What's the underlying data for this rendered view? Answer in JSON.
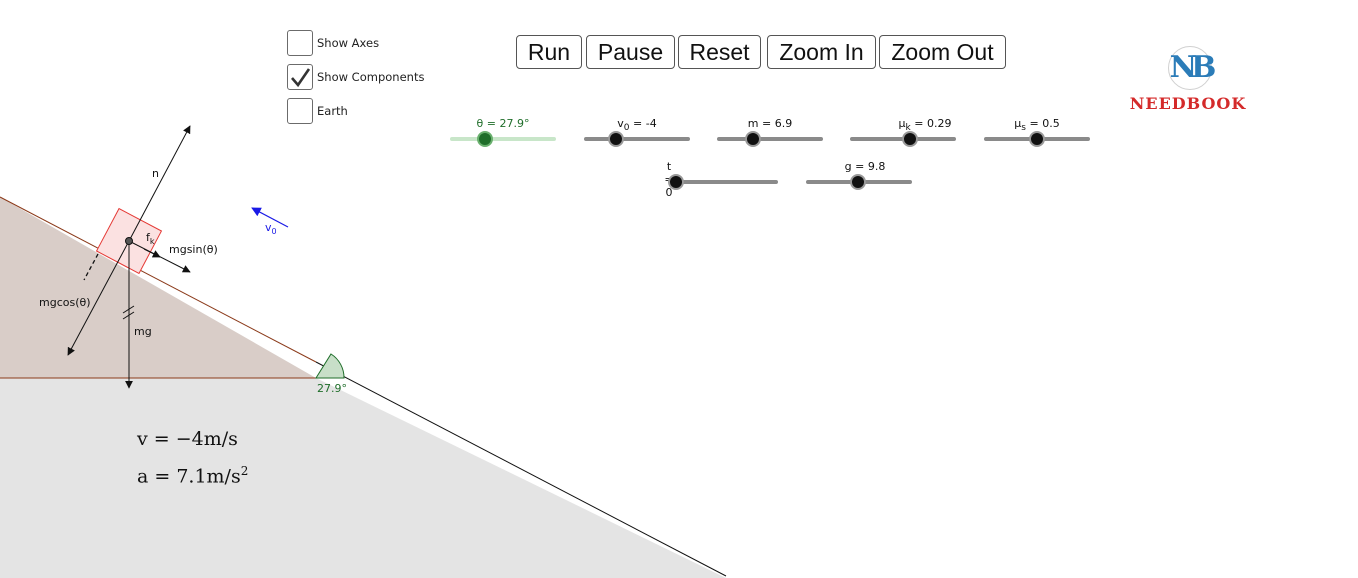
{
  "checkboxes": [
    {
      "label": "Show Axes",
      "checked": false
    },
    {
      "label": "Show Components",
      "checked": true
    },
    {
      "label": "Earth",
      "checked": false
    }
  ],
  "buttons": {
    "run": "Run",
    "pause": "Pause",
    "reset": "Reset",
    "zoom_in": "Zoom In",
    "zoom_out": "Zoom Out"
  },
  "sliders": {
    "theta": {
      "caption": "θ = 27.9°",
      "fraction": 0.33
    },
    "v0": {
      "caption_main": "v",
      "caption_sub": "0",
      "caption_rest": " = -4",
      "fraction": 0.3
    },
    "m": {
      "caption": "m = 6.9",
      "fraction": 0.34
    },
    "mu_k": {
      "caption_main": "μ",
      "caption_sub": "k",
      "caption_rest": " = 0.29",
      "fraction": 0.57
    },
    "mu_s": {
      "caption_main": "μ",
      "caption_sub": "s",
      "caption_rest": " = 0.5",
      "fraction": 0.5
    },
    "t": {
      "caption": "t = 0",
      "fraction": 0.0
    },
    "g": {
      "caption": "g = 9.8",
      "fraction": 0.49
    }
  },
  "diagram": {
    "force_n": "n",
    "friction_f": "f",
    "friction_sub": "k",
    "force_mgsin": "mgsin(θ)",
    "force_mgcos": "mgcos(θ)",
    "force_mg": "mg",
    "velocity_v": "v",
    "velocity_sub": "0",
    "angle_label": "27.9°",
    "colors": {
      "block": "#e53935",
      "incline_fill": "#d9cdc8",
      "ground_fill": "#e4e4e4",
      "angle": "#1f6e2a",
      "velocity": "#1a1ae6",
      "surface": "#8b3a1a"
    }
  },
  "readouts": {
    "velocity": "v = −4m/s",
    "accel_main": "a = 7.1m/s",
    "accel_sup": "2"
  },
  "logo": {
    "monogram": "NB",
    "word": "NEEDBOOK"
  }
}
